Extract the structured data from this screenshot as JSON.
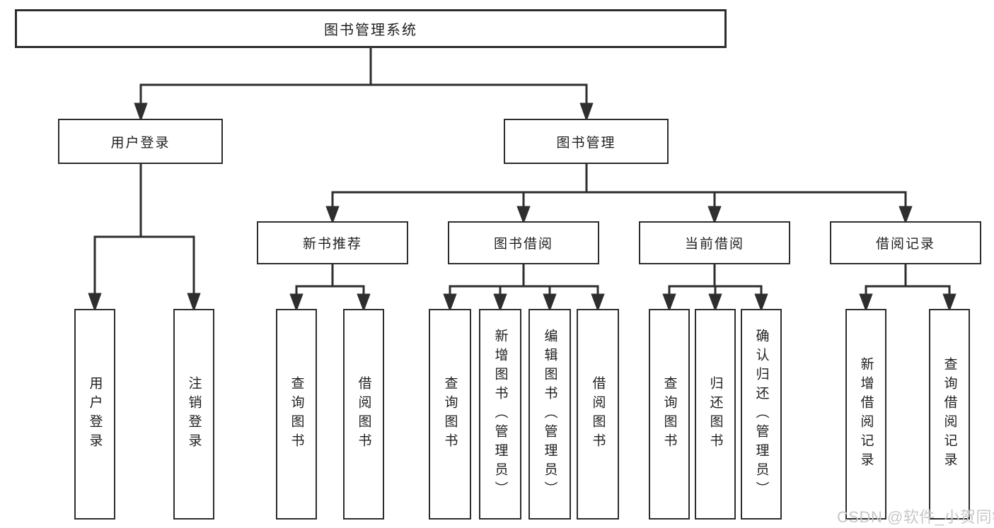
{
  "diagram": {
    "root": {
      "label": "图书管理系统"
    },
    "level2": [
      {
        "label": "用户登录"
      },
      {
        "label": "图书管理"
      }
    ],
    "level3": [
      {
        "label": "新书推荐"
      },
      {
        "label": "图书借阅"
      },
      {
        "label": "当前借阅"
      },
      {
        "label": "借阅记录"
      }
    ],
    "leaves": {
      "user_login": [
        "用户登录",
        "注销登录"
      ],
      "new_book": [
        "查询图书",
        "借阅图书"
      ],
      "book_borrow": [
        "查询图书",
        "新增图书（管理员）",
        "编辑图书（管理员）",
        "借阅图书"
      ],
      "current_borrow": [
        "查询图书",
        "归还图书",
        "确认归还（管理员）"
      ],
      "borrow_record": [
        "新增借阅记录",
        "查询借阅记录"
      ]
    }
  },
  "watermark": {
    "text": "CSDN @软件_小贺同学"
  },
  "colors": {
    "line": "#2e2e2e",
    "box_border": "#2d2d2d",
    "box_bg": "#ffffff",
    "text": "#1f1f1f",
    "watermark": "#cbc6c6"
  }
}
